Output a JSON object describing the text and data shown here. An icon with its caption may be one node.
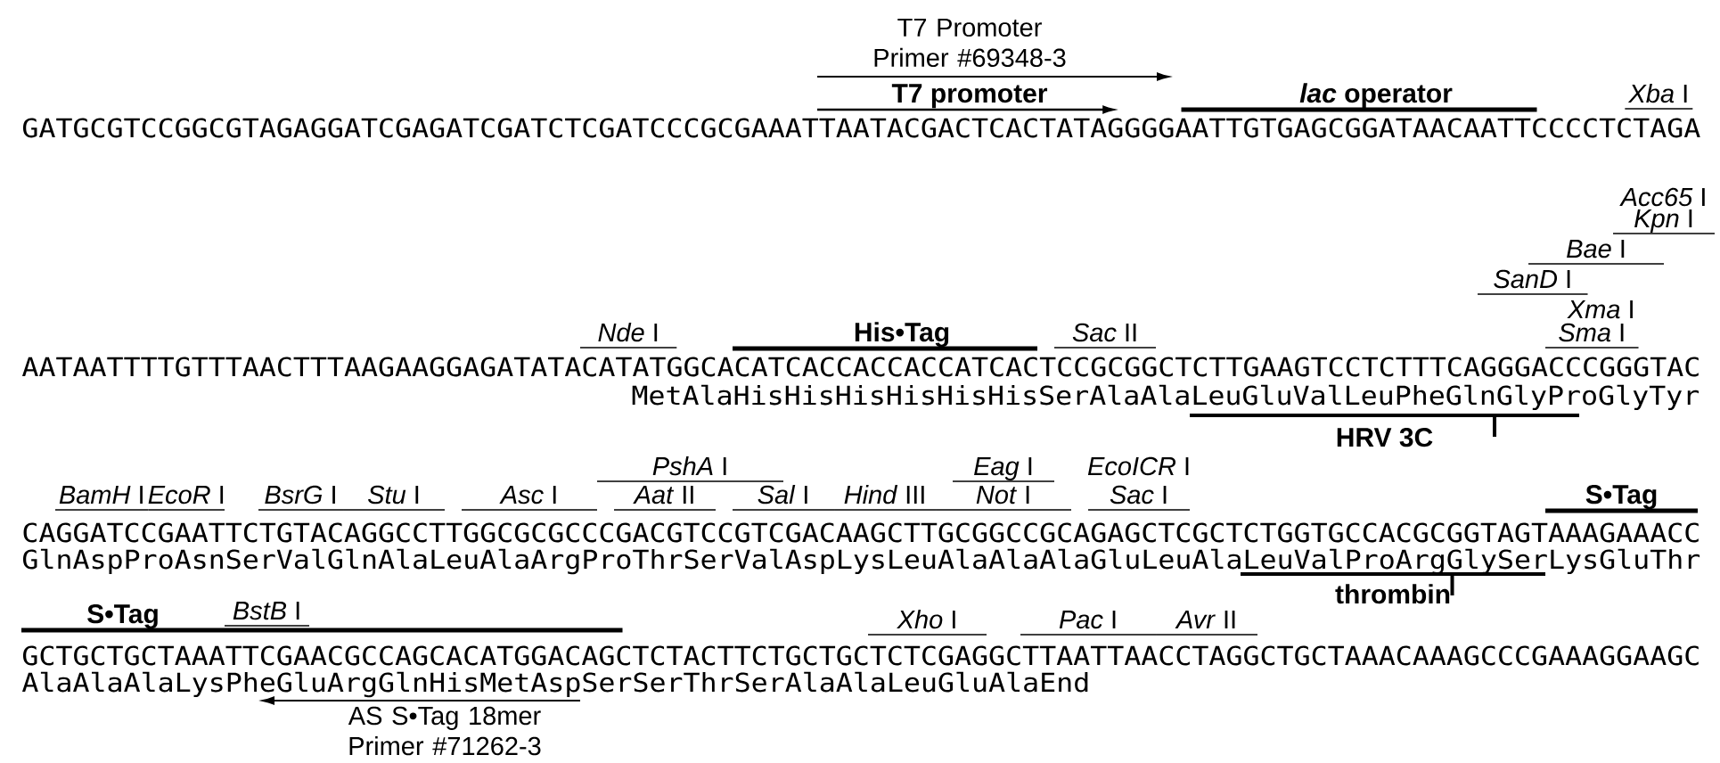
{
  "diagram": {
    "labels": [
      "T7 Promoter Primer #69348-3",
      "T7 promoter",
      "*lac* operator",
      "*Xba* I",
      "GATGCGTCCGGCGTAGAGGATCGAGATCGATCTCGATCCCGCGAAATTAATACGACTCACTATAGGGGAATTGTGAGCGGATAACAATTCCCCTCTAGA",
      "*Acc65* I",
      "*Kpn* I",
      "*Bae* I",
      "*SanD* I",
      "*Xma* I",
      "*Nde* I",
      "His•Tag",
      "*Sac* II",
      "*Sma* I",
      "AATAATTTTGTTTAACTTTAAGAAGGAGATATACATATGGCACATCACCACCACCATCACTCCGCGGCTCTTGAAGTCCTCTTTCAGGGACCCGGGTAC",
      "MetAlaHisHisHisHisHisHisSerAlaAlaLeuGluValLeuPheGlnGlyProGlyTyr",
      "HRV 3C",
      "*PshA* I",
      "*Eag* I",
      "*EcoICR* I",
      "*BamH* I",
      "*EcoR* I",
      "*BsrG* I",
      "*Stu* I",
      "*Asc* I",
      "*Aat* II",
      "*Sal* I",
      "*Hind* III",
      "*Not* I",
      "*Sac* I",
      "S•Tag",
      "CAGGATCCGAATTCTGTACAGGCCTTGGCGCGCCCGACGTCCGTCGACAAGCTTGCGGCCGCAGAGCTCGCTCTGGTGCCACGCGGTAGTAAAGAAACC",
      "GlnAspProAsnSerValGlnAlaLeuAlaArgProThrSerValAspLysLeuAlaAlaAlaGluLeuAlaLeuValProArgGlySerLysGluThr",
      "thrombin",
      "S•Tag",
      "*BstB* I",
      "*Xho* I",
      "*Pac* I",
      "*Avr* II",
      "GCTGCTGCTAAATTCGAACGCCAGCACATGGACAGCTCTACTTCTGCTGCTCTCGAGGCTTAATTAACCTAGGCTGCTAAACAAAGCCCGAAAGGAAGC",
      "AlaAlaAlaLysPheGluArgGlnHisMetAspSerSerThrSerAlaAlaLeuGluAlaEnd",
      "AS S•Tag 18mer Primer #71262-3"
    ]
  }
}
